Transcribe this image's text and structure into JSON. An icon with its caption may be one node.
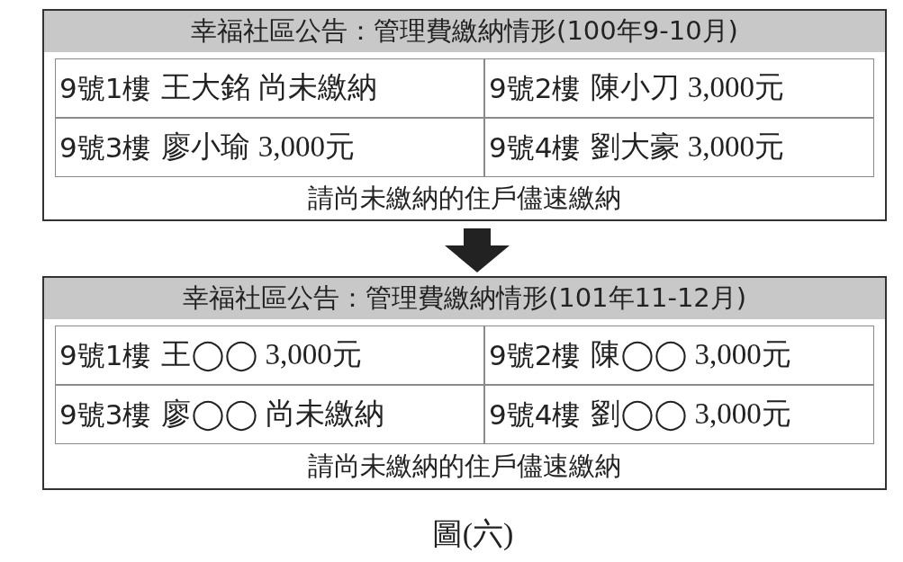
{
  "diagram": {
    "caption": "圖(六)",
    "nodes": [
      {
        "text": [
          "幸福社區公告：管理費繳納情形(100年9-10月)",
          "請尚未繳納的住戶儘速繳納"
        ]
      },
      {
        "text": [
          "9號1樓",
          "王大銘 尚未繳納"
        ],
        "in": 0
      },
      {
        "text": [
          "9號2樓",
          "陳小刀 3,000元"
        ],
        "in": 0
      },
      {
        "text": [
          "9號3樓",
          "廖小瑜 3,000元"
        ],
        "in": 0
      },
      {
        "text": [
          "9號4樓",
          "劉大豪 3,000元"
        ],
        "in": 0
      },
      {
        "text": [
          "幸福社區公告：管理費繳納情形(101年11-12月)",
          "請尚未繳納的住戶儘速繳納"
        ]
      },
      {
        "text": [
          "9號1樓",
          "王◯◯ 3,000元"
        ],
        "in": 5
      },
      {
        "text": [
          "9號2樓",
          "陳◯◯ 3,000元"
        ],
        "in": 5
      },
      {
        "text": [
          "9號3樓",
          "廖◯◯ 尚未繳納"
        ],
        "in": 5
      },
      {
        "text": [
          "9號4樓",
          "劉◯◯ 3,000元"
        ],
        "in": 5
      }
    ],
    "edges": [
      {
        "from": 0,
        "to": 5,
        "arrow": "to"
      }
    ]
  }
}
